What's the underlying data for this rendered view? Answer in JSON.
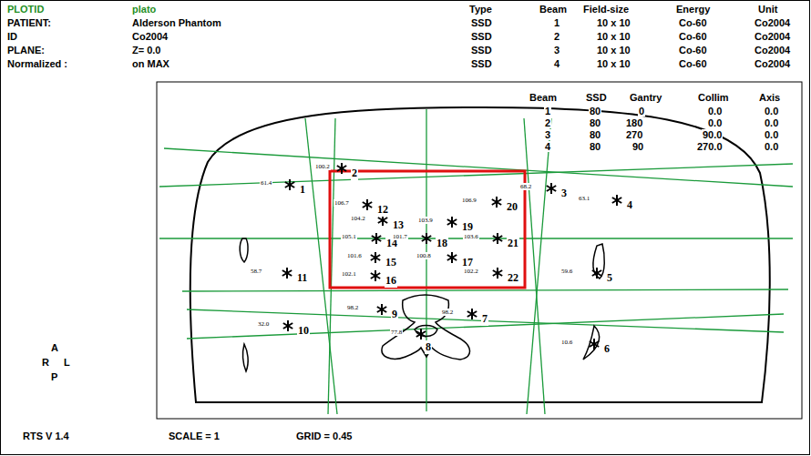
{
  "diagram": {
    "labels": [
      "PLOTID",
      "plato",
      "PATIENT:",
      "Alderson Phantom",
      "ID",
      "Co2004",
      "PLANE:",
      "Z= 0.0",
      "Normalized :",
      "on MAX",
      "Type",
      "Beam",
      "Field-size",
      "Energy",
      "Unit",
      "SSD",
      "1",
      "10 x 10",
      "Co-60",
      "Co2004",
      "SSD",
      "2",
      "10 x 10",
      "Co-60",
      "Co2004",
      "SSD",
      "3",
      "10 x 10",
      "Co-60",
      "Co2004",
      "SSD",
      "4",
      "10 x 10",
      "Co-60",
      "Co2004",
      "Beam",
      "SSD",
      "Gantry",
      "Collim",
      "Axis",
      "1",
      "80",
      "0",
      "0.0",
      "0.0",
      "2",
      "80",
      "180",
      "0.0",
      "0.0",
      "3",
      "80",
      "270",
      "90.0",
      "0.0",
      "4",
      "80",
      "90",
      "270.0",
      "0.0",
      "61.4",
      "1",
      "100.2",
      "2",
      "68.2",
      "3",
      "63.1",
      "4",
      "59.6",
      "5",
      "10.6",
      "6",
      "98.2",
      "7",
      "77.8",
      "8",
      "98.2",
      "9",
      "32.0",
      "10",
      "58.7",
      "11",
      "106.7",
      "12",
      "104.2",
      "13",
      "105.1",
      "14",
      "101.6",
      "15",
      "102.1",
      "16",
      "100.8",
      "17",
      "101.7",
      "18",
      "103.9",
      "19",
      "106.9",
      "20",
      "103.6",
      "21",
      "102.2",
      "22",
      "A",
      "R",
      "L",
      "P",
      "RTS V 1.4",
      "SCALE = 1",
      "GRID = 0.45"
    ]
  }
}
